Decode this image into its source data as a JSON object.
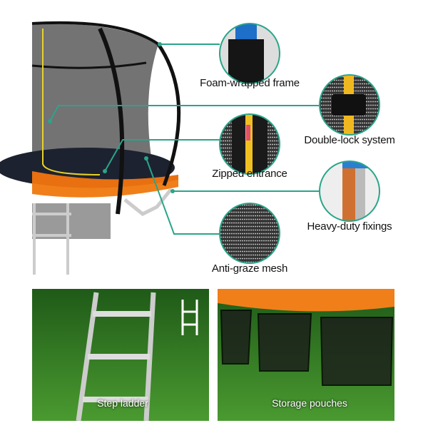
{
  "features": [
    {
      "label": "Foam-wrapped frame",
      "icon": "foam-pole"
    },
    {
      "label": "Double-lock system",
      "icon": "buckle"
    },
    {
      "label": "Zipped entrance",
      "icon": "zipper"
    },
    {
      "label": "Heavy-duty fixings",
      "icon": "fixings"
    },
    {
      "label": "Anti-graze mesh",
      "icon": "mesh"
    }
  ],
  "photos": [
    {
      "label": "Step ladder"
    },
    {
      "label": "Storage pouches"
    }
  ],
  "colors": {
    "accent": "#2aa58a",
    "trampoline_pad": "#f07f1a",
    "net": "#222222",
    "grass": "#2f7a25"
  }
}
